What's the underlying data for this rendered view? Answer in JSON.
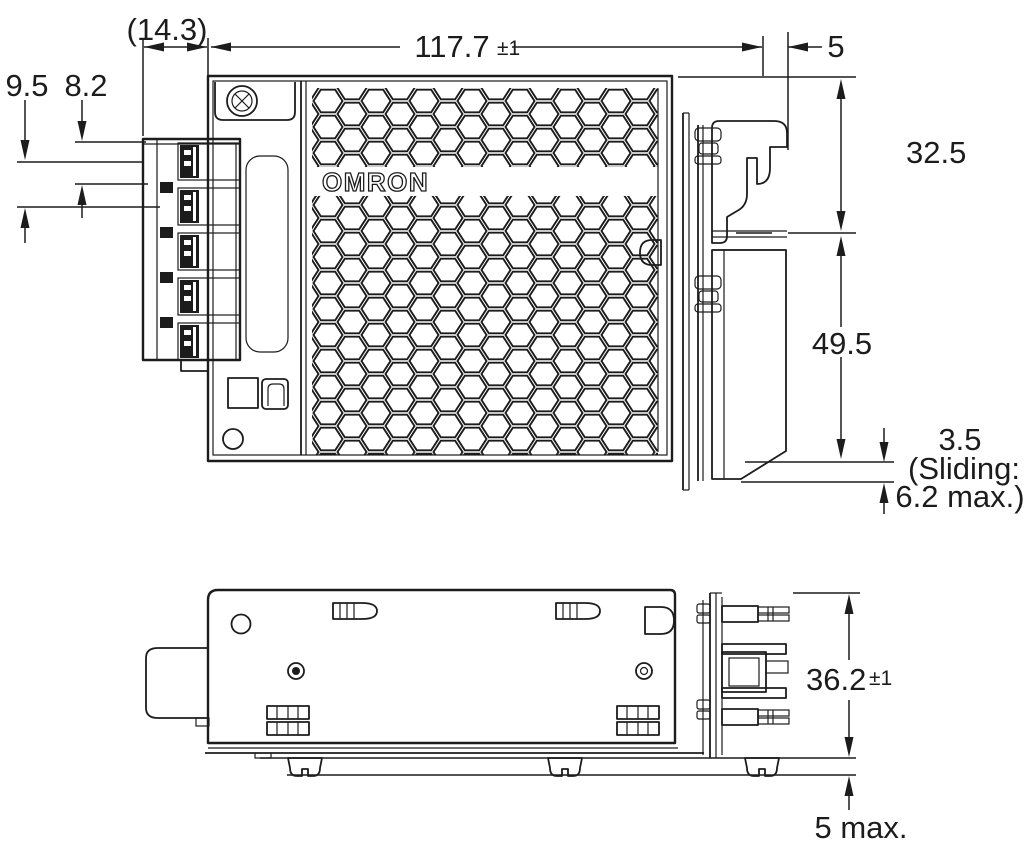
{
  "meta": {
    "ink_color": "#1c1c1c",
    "background_color": "#ffffff",
    "drawing_type": "mechanical dimension drawing, two orthographic views"
  },
  "drawing": {
    "brand_logo": "OMRON",
    "front_view": {
      "dim_terminal_overhang": "(14.3)",
      "dim_body_width": "117.7",
      "dim_body_width_tol": "±1",
      "dim_hook_offset": "5",
      "dim_terminal_pitch": "9.5",
      "dim_terminal_offset": "8.2",
      "dim_top_to_rail_center": "32.5",
      "dim_rail_center_to_bottom": "49.5",
      "dim_slider_gap": "3.5",
      "dim_slider_note_line1": "(Sliding:",
      "dim_slider_note_line2": "6.2 max.)"
    },
    "bottom_view": {
      "dim_depth": "36.2",
      "dim_depth_tol": "±1",
      "dim_foot_protrusion": "5 max."
    }
  }
}
